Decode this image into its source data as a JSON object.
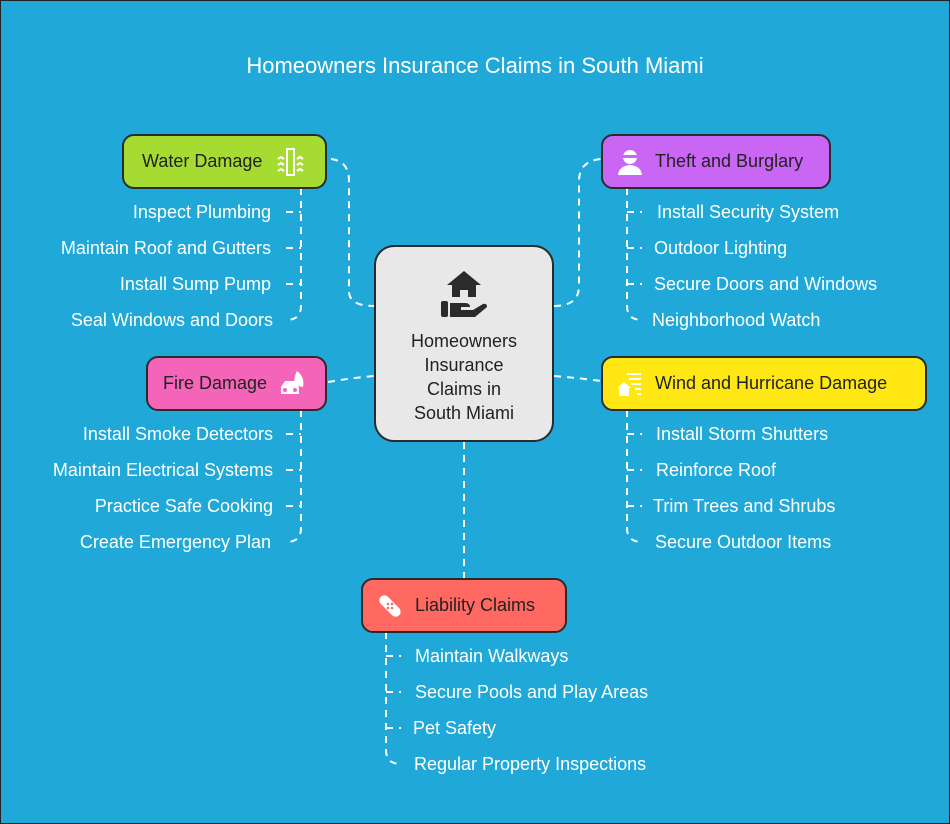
{
  "title": "Homeowners Insurance Claims in South Miami",
  "center": {
    "label": "Homeowners Insurance Claims in South Miami",
    "lines": [
      "Homeowners",
      "Insurance",
      "Claims in",
      "South Miami"
    ],
    "icon": "house-in-hand-icon"
  },
  "categories": [
    {
      "label": "Water Damage",
      "color": "#a6db32",
      "icon": "flooded-building-icon",
      "items": [
        "Inspect Plumbing",
        "Maintain Roof and Gutters",
        "Install Sump Pump",
        "Seal Windows and Doors"
      ]
    },
    {
      "label": "Theft and Burglary",
      "color": "#c966f4",
      "icon": "burglar-icon",
      "items": [
        "Install Security System",
        "Outdoor Lighting",
        "Secure Doors and Windows",
        "Neighborhood Watch"
      ]
    },
    {
      "label": "Fire Damage",
      "color": "#f464b9",
      "icon": "car-fire-icon",
      "items": [
        "Install Smoke Detectors",
        "Maintain Electrical Systems",
        "Practice Safe Cooking",
        "Create Emergency Plan"
      ]
    },
    {
      "label": "Wind and Hurricane Damage",
      "color": "#ffe713",
      "icon": "wind-house-icon",
      "items": [
        "Install Storm Shutters",
        "Reinforce Roof",
        "Trim Trees and Shrubs",
        "Secure Outdoor Items"
      ]
    },
    {
      "label": "Liability Claims",
      "color": "#ff6961",
      "icon": "bandage-icon",
      "items": [
        "Maintain Walkways",
        "Secure Pools and Play Areas",
        "Pet Safety",
        "Regular Property Inspections"
      ]
    }
  ]
}
